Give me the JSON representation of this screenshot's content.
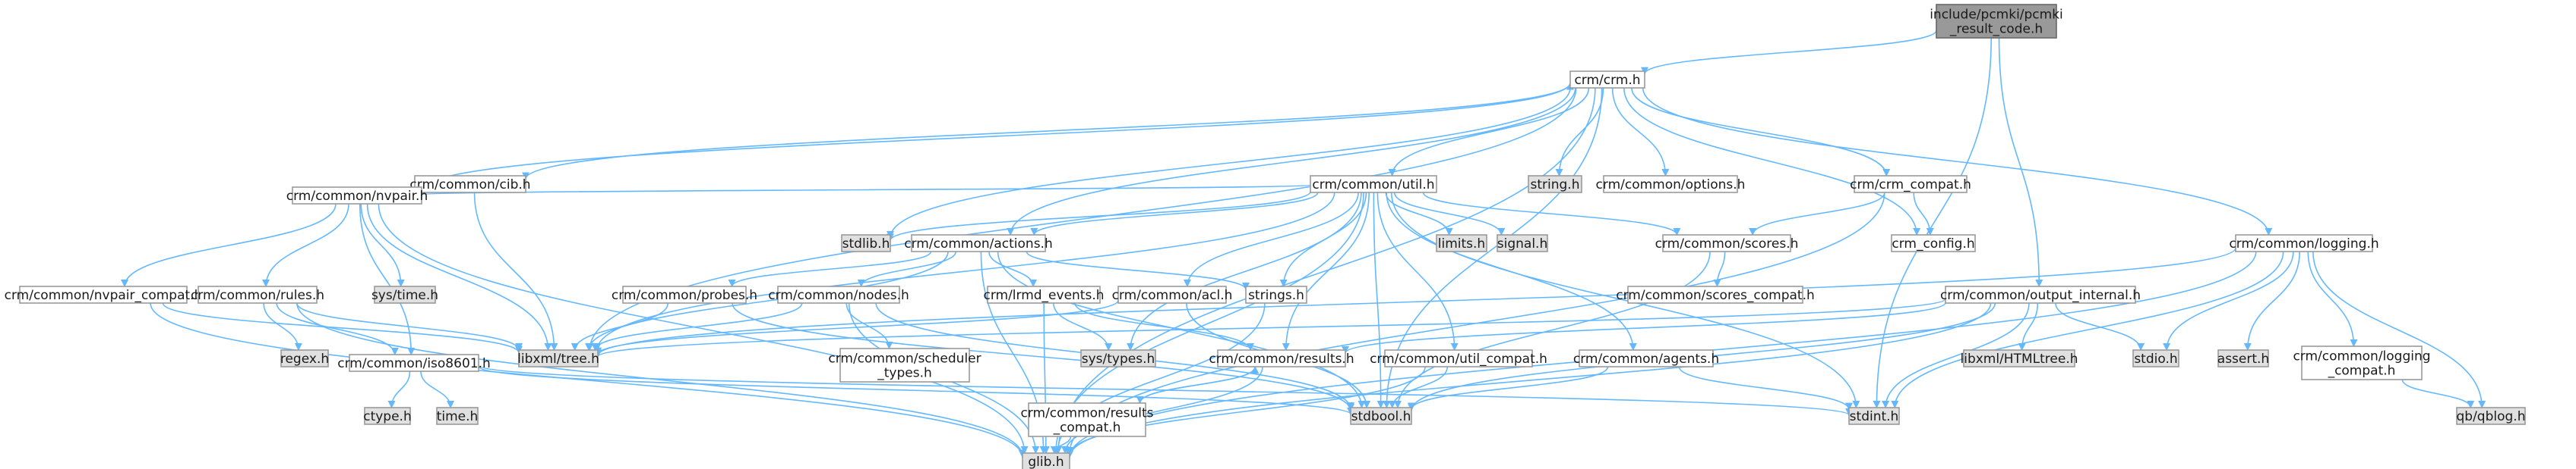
{
  "colors": {
    "edge": "#63b8ff",
    "node_border": "#999999",
    "system_header_fill": "#e0e0e0",
    "root_fill": "#999999"
  },
  "nodes": {
    "root": {
      "lines": [
        "include/pcmki/pcmki",
        "_result_code.h"
      ],
      "kind": "root"
    },
    "crm": {
      "lines": [
        "crm/crm.h"
      ],
      "kind": "white"
    },
    "cib": {
      "lines": [
        "crm/common/cib.h"
      ],
      "kind": "white"
    },
    "string": {
      "lines": [
        "string.h"
      ],
      "kind": "grey"
    },
    "options": {
      "lines": [
        "crm/common/options.h"
      ],
      "kind": "white"
    },
    "util": {
      "lines": [
        "crm/common/util.h"
      ],
      "kind": "white"
    },
    "compat": {
      "lines": [
        "crm/crm_compat.h"
      ],
      "kind": "white"
    },
    "config": {
      "lines": [
        "crm_config.h"
      ],
      "kind": "white"
    },
    "logging": {
      "lines": [
        "crm/common/logging.h"
      ],
      "kind": "white"
    },
    "nvpair": {
      "lines": [
        "crm/common/nvpair.h"
      ],
      "kind": "white"
    },
    "stdlib": {
      "lines": [
        "stdlib.h"
      ],
      "kind": "grey"
    },
    "actions": {
      "lines": [
        "crm/common/actions.h"
      ],
      "kind": "white"
    },
    "limits": {
      "lines": [
        "limits.h"
      ],
      "kind": "grey"
    },
    "signal": {
      "lines": [
        "signal.h"
      ],
      "kind": "grey"
    },
    "scores": {
      "lines": [
        "crm/common/scores.h"
      ],
      "kind": "white"
    },
    "nvpair_compat": {
      "lines": [
        "crm/common/nvpair_compat.h"
      ],
      "kind": "white"
    },
    "rules": {
      "lines": [
        "crm/common/rules.h"
      ],
      "kind": "white"
    },
    "systime": {
      "lines": [
        "sys/time.h"
      ],
      "kind": "grey"
    },
    "probes": {
      "lines": [
        "crm/common/probes.h"
      ],
      "kind": "white"
    },
    "nodes": {
      "lines": [
        "crm/common/nodes.h"
      ],
      "kind": "white"
    },
    "lrmd": {
      "lines": [
        "crm/lrmd_events.h"
      ],
      "kind": "white"
    },
    "acl": {
      "lines": [
        "crm/common/acl.h"
      ],
      "kind": "white"
    },
    "strings": {
      "lines": [
        "strings.h"
      ],
      "kind": "white"
    },
    "scores_compat": {
      "lines": [
        "crm/common/scores_compat.h"
      ],
      "kind": "white"
    },
    "output": {
      "lines": [
        "crm/common/output_internal.h"
      ],
      "kind": "white"
    },
    "libxml": {
      "lines": [
        "libxml/tree.h"
      ],
      "kind": "grey"
    },
    "regex": {
      "lines": [
        "regex.h"
      ],
      "kind": "grey"
    },
    "iso": {
      "lines": [
        "crm/common/iso8601.h"
      ],
      "kind": "white"
    },
    "scheduler": {
      "lines": [
        "crm/common/scheduler",
        "_types.h"
      ],
      "kind": "white"
    },
    "systypes": {
      "lines": [
        "sys/types.h"
      ],
      "kind": "grey"
    },
    "results": {
      "lines": [
        "crm/common/results.h"
      ],
      "kind": "white"
    },
    "util_compat": {
      "lines": [
        "crm/common/util_compat.h"
      ],
      "kind": "white"
    },
    "agents": {
      "lines": [
        "crm/common/agents.h"
      ],
      "kind": "white"
    },
    "htmltree": {
      "lines": [
        "libxml/HTMLtree.h"
      ],
      "kind": "grey"
    },
    "stdio": {
      "lines": [
        "stdio.h"
      ],
      "kind": "grey"
    },
    "assert": {
      "lines": [
        "assert.h"
      ],
      "kind": "grey"
    },
    "log_compat": {
      "lines": [
        "crm/common/logging",
        "_compat.h"
      ],
      "kind": "white"
    },
    "ctype": {
      "lines": [
        "ctype.h"
      ],
      "kind": "grey"
    },
    "time": {
      "lines": [
        "time.h"
      ],
      "kind": "grey"
    },
    "stdbool": {
      "lines": [
        "stdbool.h"
      ],
      "kind": "grey"
    },
    "results_compat": {
      "lines": [
        "crm/common/results",
        "_compat.h"
      ],
      "kind": "white"
    },
    "stdint": {
      "lines": [
        "stdint.h"
      ],
      "kind": "grey"
    },
    "qblog": {
      "lines": [
        "qb/qblog.h"
      ],
      "kind": "grey"
    },
    "glib": {
      "lines": [
        "glib.h"
      ],
      "kind": "grey"
    }
  },
  "edges": [
    [
      "root",
      "crm"
    ],
    [
      "root",
      "output"
    ],
    [
      "root",
      "stdint"
    ],
    [
      "crm",
      "cib"
    ],
    [
      "crm",
      "string"
    ],
    [
      "crm",
      "options"
    ],
    [
      "crm",
      "util"
    ],
    [
      "crm",
      "compat"
    ],
    [
      "crm",
      "config"
    ],
    [
      "crm",
      "logging"
    ],
    [
      "crm",
      "stdlib"
    ],
    [
      "crm",
      "actions"
    ],
    [
      "crm",
      "libxml"
    ],
    [
      "crm",
      "stdbool"
    ],
    [
      "crm",
      "glib"
    ],
    [
      "nvpair",
      "crm"
    ],
    [
      "cib",
      "libxml"
    ],
    [
      "util",
      "nvpair"
    ],
    [
      "util",
      "stdlib"
    ],
    [
      "util",
      "actions"
    ],
    [
      "util",
      "limits"
    ],
    [
      "util",
      "signal"
    ],
    [
      "util",
      "scores"
    ],
    [
      "util",
      "strings"
    ],
    [
      "util",
      "acl"
    ],
    [
      "util",
      "agents"
    ],
    [
      "util",
      "results"
    ],
    [
      "util",
      "util_compat"
    ],
    [
      "util",
      "systypes"
    ],
    [
      "util",
      "stdbool"
    ],
    [
      "util",
      "stdint"
    ],
    [
      "util",
      "glib"
    ],
    [
      "util",
      "libxml"
    ],
    [
      "compat",
      "config"
    ],
    [
      "compat",
      "scores"
    ],
    [
      "compat",
      "glib"
    ],
    [
      "nvpair",
      "nvpair_compat"
    ],
    [
      "nvpair",
      "rules"
    ],
    [
      "nvpair",
      "systime"
    ],
    [
      "nvpair",
      "libxml"
    ],
    [
      "nvpair",
      "iso"
    ],
    [
      "nvpair",
      "glib"
    ],
    [
      "actions",
      "probes"
    ],
    [
      "actions",
      "nodes"
    ],
    [
      "actions",
      "lrmd"
    ],
    [
      "actions",
      "strings"
    ],
    [
      "actions",
      "libxml"
    ],
    [
      "actions",
      "stdbool"
    ],
    [
      "actions",
      "glib"
    ],
    [
      "scores",
      "scores_compat"
    ],
    [
      "scores",
      "stdbool"
    ],
    [
      "nvpair_compat",
      "libxml"
    ],
    [
      "nvpair_compat",
      "glib"
    ],
    [
      "rules",
      "regex"
    ],
    [
      "rules",
      "libxml"
    ],
    [
      "rules",
      "iso"
    ],
    [
      "rules",
      "glib"
    ],
    [
      "probes",
      "libxml"
    ],
    [
      "probes",
      "stdbool"
    ],
    [
      "nodes",
      "scheduler"
    ],
    [
      "nodes",
      "libxml"
    ],
    [
      "nodes",
      "stdbool"
    ],
    [
      "nodes",
      "glib"
    ],
    [
      "lrmd",
      "systypes"
    ],
    [
      "lrmd",
      "results"
    ],
    [
      "lrmd",
      "glib"
    ],
    [
      "acl",
      "stdbool"
    ],
    [
      "acl",
      "libxml"
    ],
    [
      "strings",
      "glib"
    ],
    [
      "output",
      "htmltree"
    ],
    [
      "output",
      "stdio"
    ],
    [
      "output",
      "libxml"
    ],
    [
      "output",
      "results"
    ],
    [
      "output",
      "stdbool"
    ],
    [
      "output",
      "stdint"
    ],
    [
      "output",
      "glib"
    ],
    [
      "logging",
      "stdio"
    ],
    [
      "logging",
      "assert"
    ],
    [
      "logging",
      "log_compat"
    ],
    [
      "logging",
      "stdint"
    ],
    [
      "logging",
      "qblog"
    ],
    [
      "logging",
      "glib"
    ],
    [
      "logging",
      "libxml"
    ],
    [
      "log_compat",
      "qblog"
    ],
    [
      "iso",
      "ctype"
    ],
    [
      "iso",
      "time"
    ],
    [
      "iso",
      "stdbool"
    ],
    [
      "iso",
      "stdint"
    ],
    [
      "results",
      "results_compat"
    ],
    [
      "results",
      "glib"
    ],
    [
      "results_compat",
      "results"
    ],
    [
      "results_compat",
      "glib"
    ],
    [
      "util_compat",
      "stdbool"
    ],
    [
      "util_compat",
      "glib"
    ],
    [
      "agents",
      "stdbool"
    ],
    [
      "agents",
      "stdint"
    ]
  ]
}
